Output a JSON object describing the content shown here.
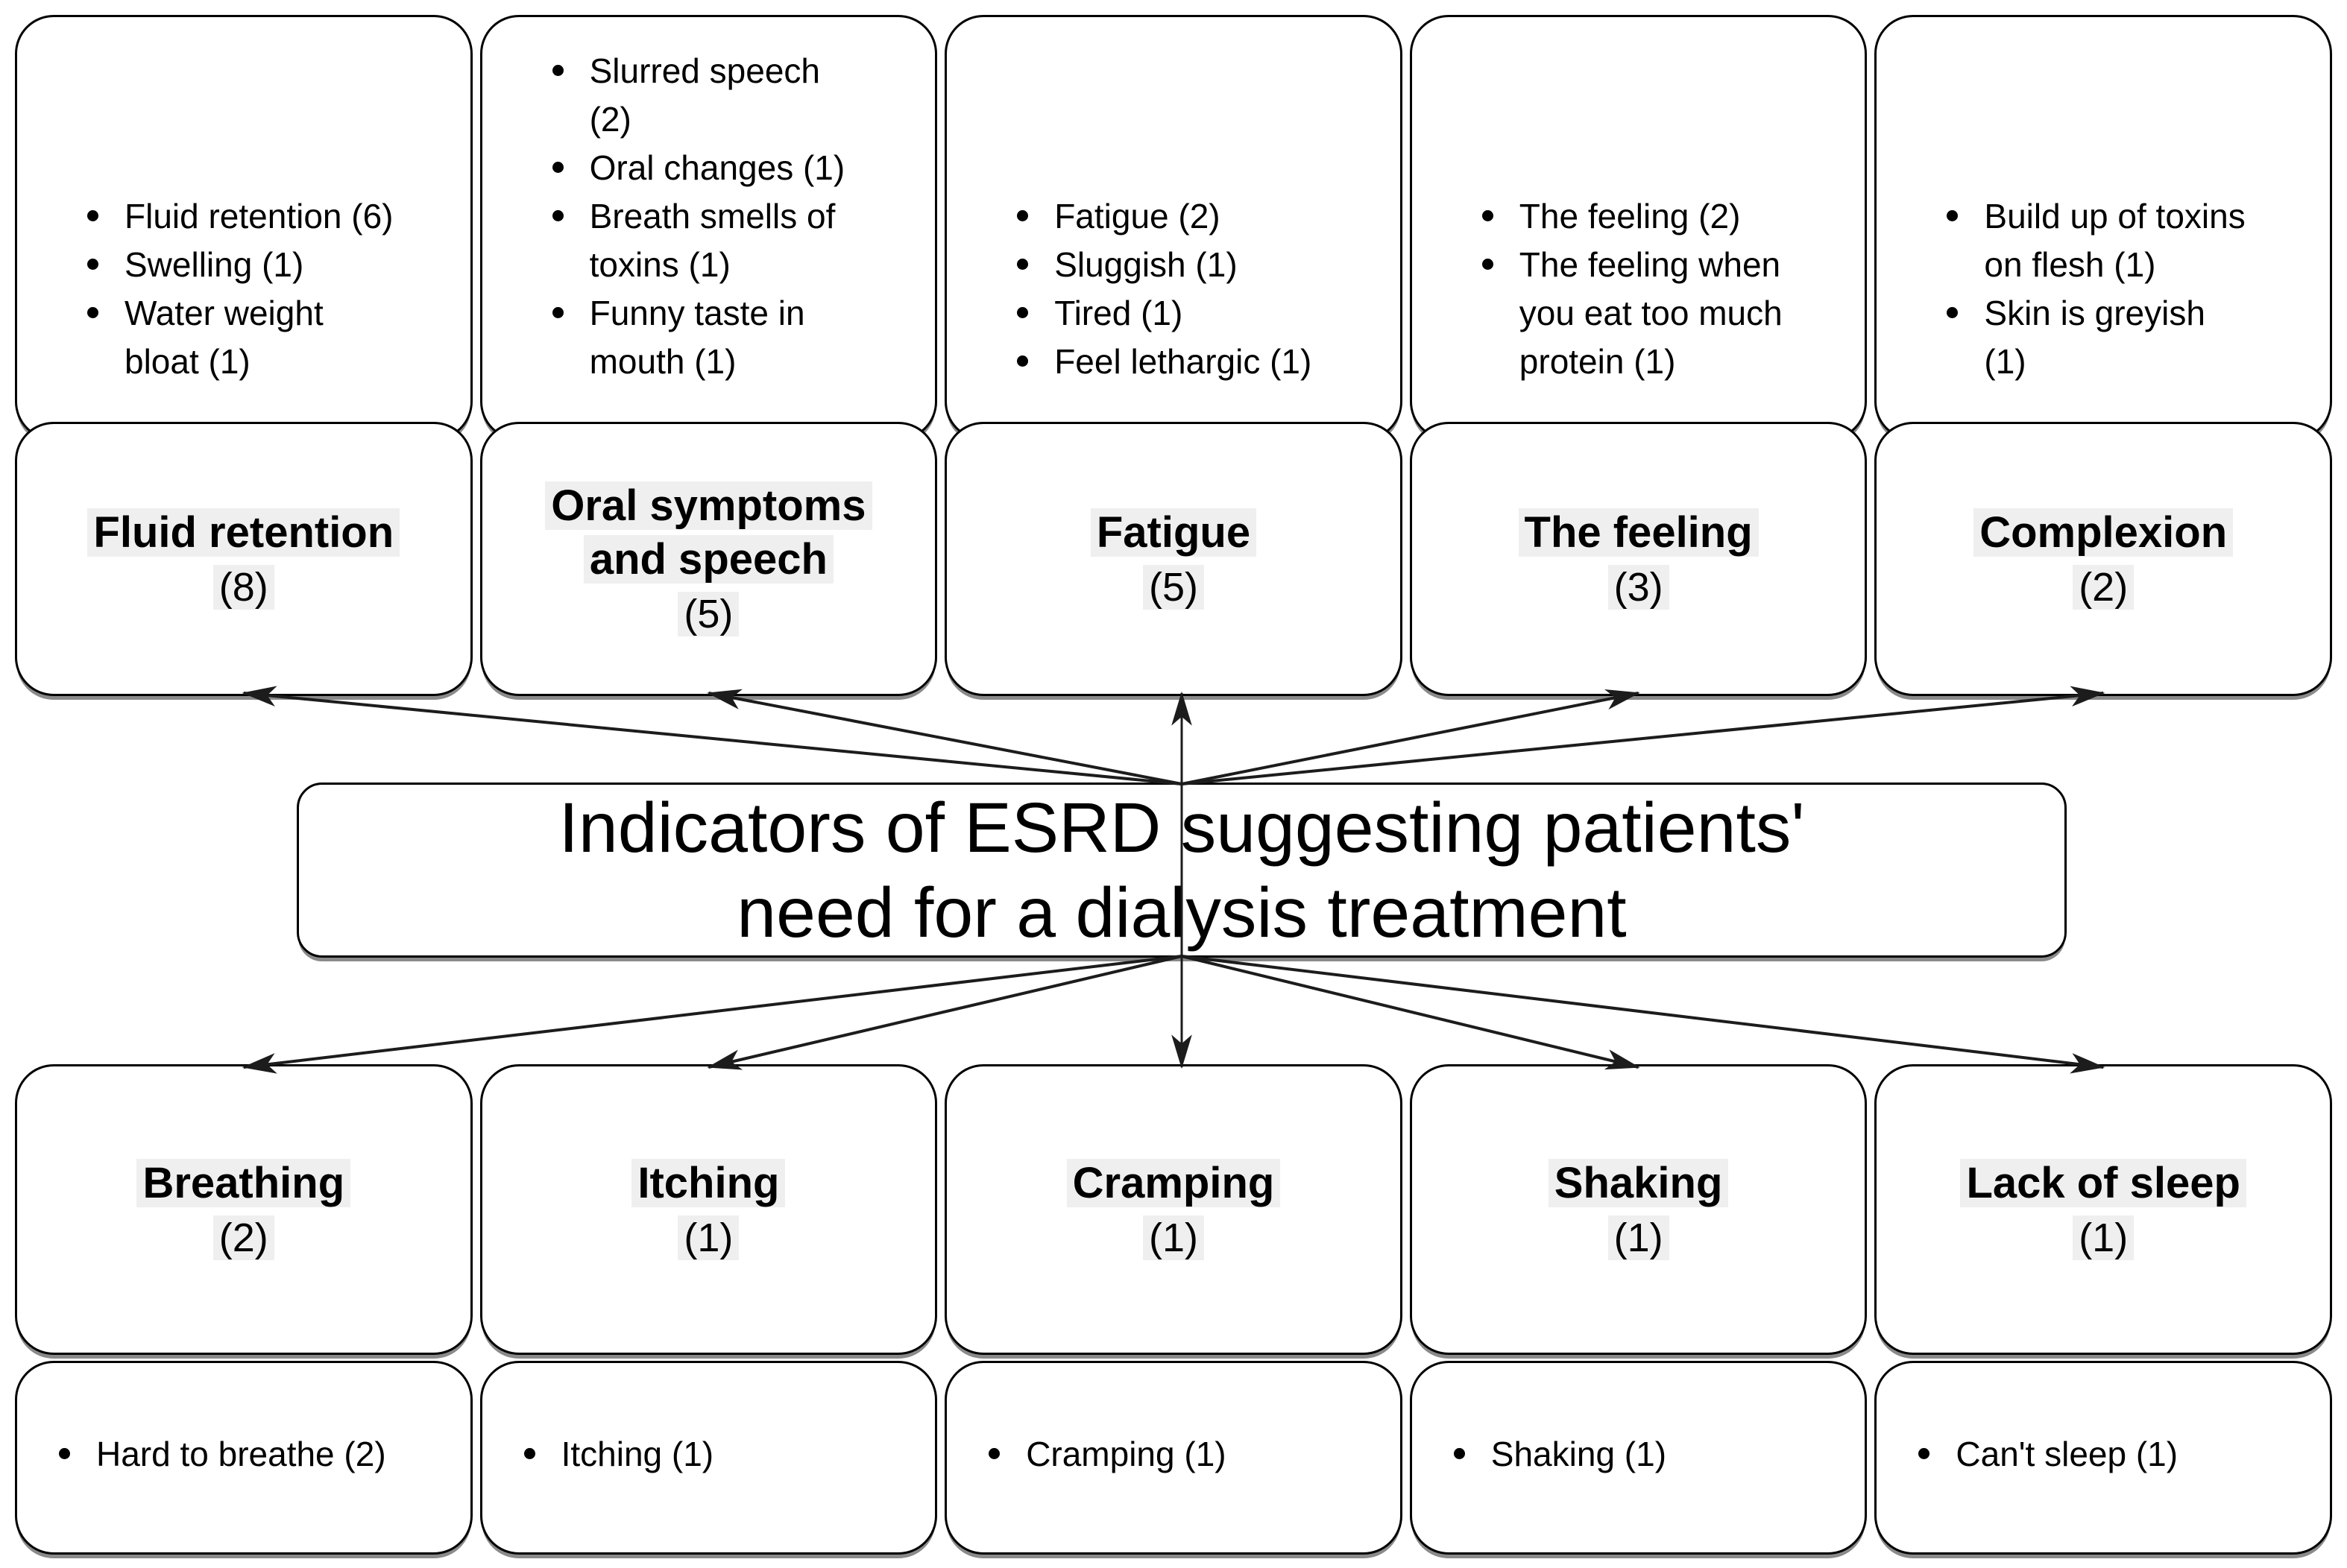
{
  "title_lines": [
    "Indicators of ESRD suggesting patients'",
    "need for a dialysis treatment"
  ],
  "top_groups": [
    {
      "label": "Fluid retention",
      "count": "(8)",
      "items": [
        "Fluid retention (6)",
        "Swelling (1)",
        "Water weight bloat (1)"
      ]
    },
    {
      "label": "Oral symptoms and speech",
      "count": "(5)",
      "items": [
        "Slurred speech (2)",
        "Oral changes (1)",
        "Breath smells of toxins (1)",
        "Funny taste in mouth (1)"
      ]
    },
    {
      "label": "Fatigue",
      "count": "(5)",
      "items": [
        "Fatigue (2)",
        "Sluggish (1)",
        "Tired (1)",
        "Feel lethargic (1)"
      ]
    },
    {
      "label": "The feeling",
      "count": "(3)",
      "items": [
        "The feeling (2)",
        "The feeling when you eat too much protein (1)"
      ]
    },
    {
      "label": "Complexion",
      "count": "(2)",
      "items": [
        "Build up of toxins on flesh (1)",
        "Skin is greyish (1)"
      ]
    }
  ],
  "bottom_groups": [
    {
      "label": "Breathing",
      "count": "(2)",
      "items": [
        "Hard to breathe (2)"
      ]
    },
    {
      "label": "Itching",
      "count": "(1)",
      "items": [
        "Itching (1)"
      ]
    },
    {
      "label": "Cramping",
      "count": "(1)",
      "items": [
        "Cramping (1)"
      ]
    },
    {
      "label": "Shaking",
      "count": "(1)",
      "items": [
        "Shaking (1)"
      ]
    },
    {
      "label": "Lack of sleep",
      "count": "(1)",
      "items": [
        "Can't sleep (1)"
      ]
    }
  ],
  "colors": {
    "border": "#000000",
    "shadow": "#8a8a8a",
    "highlight": "#efefef",
    "line": "#1c1c1c",
    "background": "#ffffff",
    "text": "#000000"
  }
}
